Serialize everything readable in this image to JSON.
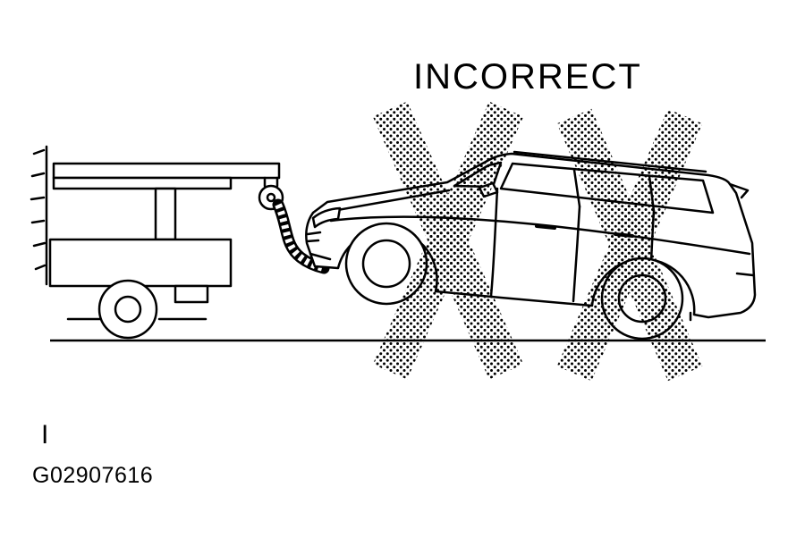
{
  "figure": {
    "title": "INCORRECT",
    "marker": "I",
    "figure_id": "G02907616"
  },
  "illustration": {
    "scene": "tow-truck-lifting-suv-by-front-sling",
    "elements": [
      "tow-truck",
      "lifting-sling-hose",
      "pulley",
      "towed-suv",
      "incorrect-x-marks",
      "ground-line"
    ]
  },
  "colors": {
    "line": "#000000",
    "background": "#ffffff"
  }
}
